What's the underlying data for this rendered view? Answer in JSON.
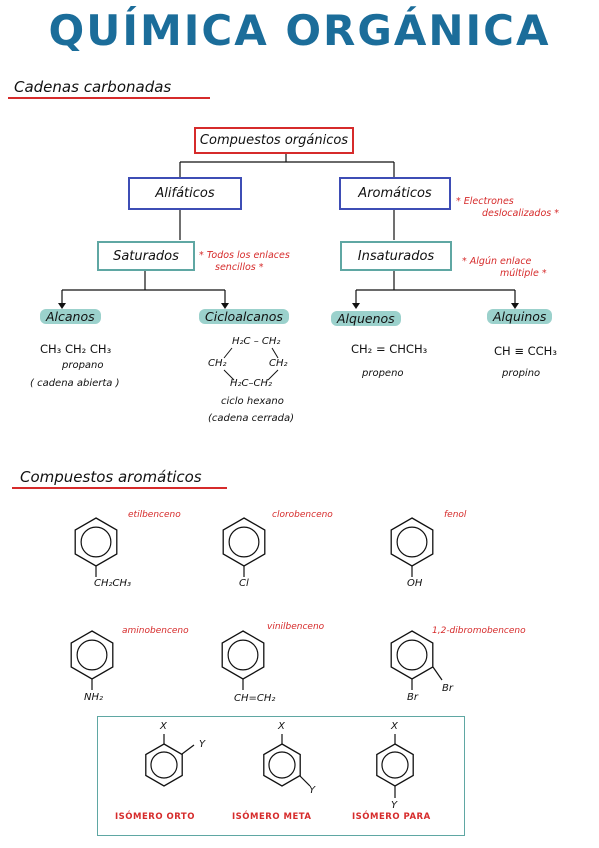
{
  "title": "QUÍMICA ORGÁNICA",
  "section1": {
    "heading": "Cadenas carbonadas",
    "root": "Compuestos orgánicos",
    "alifaticos": "Alifáticos",
    "aromaticos": "Aromáticos",
    "note_aromaticos": [
      "* Electrones",
      "deslocalizados *"
    ],
    "saturados": "Saturados",
    "insaturados": "Insaturados",
    "note_saturados": [
      "* Todos los enlaces",
      "sencillos *"
    ],
    "note_insaturados": [
      "* Algún enlace",
      "múltiple *"
    ],
    "alcanos": {
      "label": "Alcanos",
      "formula": "CH₃ CH₂ CH₃",
      "name": "propano",
      "desc": "( cadena abierta )"
    },
    "cicloalcanos": {
      "label": "Cicloalcanos",
      "atoms": [
        "H₂C – CH₂",
        "CH₂",
        "CH₂",
        "H₂C–CH₂"
      ],
      "name": "ciclo hexano",
      "desc": "(cadena cerrada)"
    },
    "alquenos": {
      "label": "Alquenos",
      "formula": "CH₂ = CHCH₃",
      "name": "propeno"
    },
    "alquinos": {
      "label": "Alquinos",
      "formula": "CH ≡ CCH₃",
      "name": "propino"
    }
  },
  "section2": {
    "heading": "Compuestos aromáticos",
    "compounds": [
      {
        "name": "etilbenceno",
        "sub": "CH₂CH₃"
      },
      {
        "name": "clorobenceno",
        "sub": "Cl"
      },
      {
        "name": "fenol",
        "sub": "OH"
      },
      {
        "name": "aminobenceno",
        "sub": "NH₂"
      },
      {
        "name": "vinilbenceno",
        "sub": "CH=CH₂"
      },
      {
        "name": "1,2-dibromobenceno",
        "sub": "Br",
        "sub2": "Br"
      }
    ],
    "isomers": [
      {
        "label": "ISÓMERO ORTO",
        "x": "X",
        "y": "Y"
      },
      {
        "label": "ISÓMERO META",
        "x": "X",
        "y": "Y"
      },
      {
        "label": "ISÓMERO PARA",
        "x": "X",
        "y": "Y"
      }
    ]
  },
  "colors": {
    "title": "#1b6d9a",
    "red": "#d62b2b",
    "blue": "#3e4db5",
    "teal": "#5fa7a3",
    "highlight": "#9bd1cc"
  }
}
